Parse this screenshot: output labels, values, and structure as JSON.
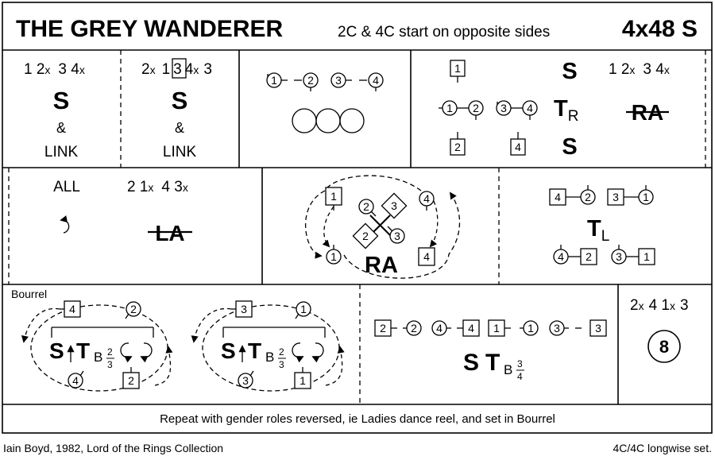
{
  "header": {
    "title": "THE GREY WANDERER",
    "subtitle": "2C & 4C start on opposite sides",
    "form": "4x48 S"
  },
  "bar1": {
    "cell1": {
      "order_a": "1 2",
      "x_a": "x",
      "order_b": "3 4",
      "x_b": "x",
      "figure": "S",
      "amp": "&",
      "link": "LINK"
    },
    "cell2": {
      "p_a": "2",
      "x_a": "x",
      "p_b": "1",
      "p_c": "3",
      "p_d": "4",
      "x_b": "x",
      "p_e": "3",
      "figure": "S",
      "amp": "&",
      "link": "LINK"
    },
    "cell3": {
      "n1": "1",
      "n2": "2",
      "n3": "3",
      "n4": "4"
    },
    "cell4": {
      "sq_top": "1",
      "c1": "1",
      "c2": "2",
      "c3": "3",
      "c4": "4",
      "sq_b1": "2",
      "sq_b2": "4",
      "s_top": "S",
      "t": "T",
      "t_sub": "R",
      "s_bot": "S",
      "order_a": "1 2",
      "x_a": "x",
      "order_b": "3 4",
      "x_b": "x",
      "ra": "RA"
    }
  },
  "bar2": {
    "cell1": {
      "all": "ALL",
      "order_a": "2 1",
      "x_a": "x",
      "order_b": "4 3",
      "x_b": "x",
      "la": "LA"
    },
    "cell2": {
      "sq1": "1",
      "c2": "2",
      "d3": "3",
      "c4": "4",
      "d2": "2",
      "c3": "3",
      "c1": "1",
      "sq4": "4",
      "ra": "RA"
    },
    "cell3": {
      "sq4": "4",
      "c2": "2",
      "sq3": "3",
      "c1": "1",
      "t": "T",
      "t_sub": "L",
      "c4": "4",
      "sq2": "2",
      "c3": "3",
      "sq1": "1"
    }
  },
  "bar3": {
    "bourrel_label": "Bourrel",
    "loop1": {
      "sq": "4",
      "c_top": "2",
      "c_bot": "4",
      "sq_bot": "2",
      "s": "S",
      "t": "T",
      "t_sub": "B",
      "frac_top": "2",
      "frac_bot": "3"
    },
    "loop2": {
      "sq": "3",
      "c_top": "1",
      "c_bot": "3",
      "sq_bot": "1",
      "s": "S",
      "t": "T",
      "t_sub": "B",
      "frac_top": "2",
      "frac_bot": "3"
    },
    "line": {
      "p1": "2",
      "p2": "2",
      "p3": "4",
      "p4": "4",
      "p5": "1",
      "p6": "1",
      "p7": "3",
      "p8": "3",
      "s": "S",
      "t": "T",
      "t_sub": "B",
      "frac_top": "3",
      "frac_bot": "4"
    },
    "final": {
      "order_a": "2",
      "x_a": "x",
      "order_b": "4 1",
      "x_b": "x",
      "order_c": "3",
      "bars": "8"
    }
  },
  "note": "Repeat with gender roles reversed, ie Ladies dance reel, and set in Bourrel",
  "footer": {
    "credit": "Iain Boyd, 1982, Lord of the Rings Collection",
    "formation": "4C/4C longwise set."
  }
}
